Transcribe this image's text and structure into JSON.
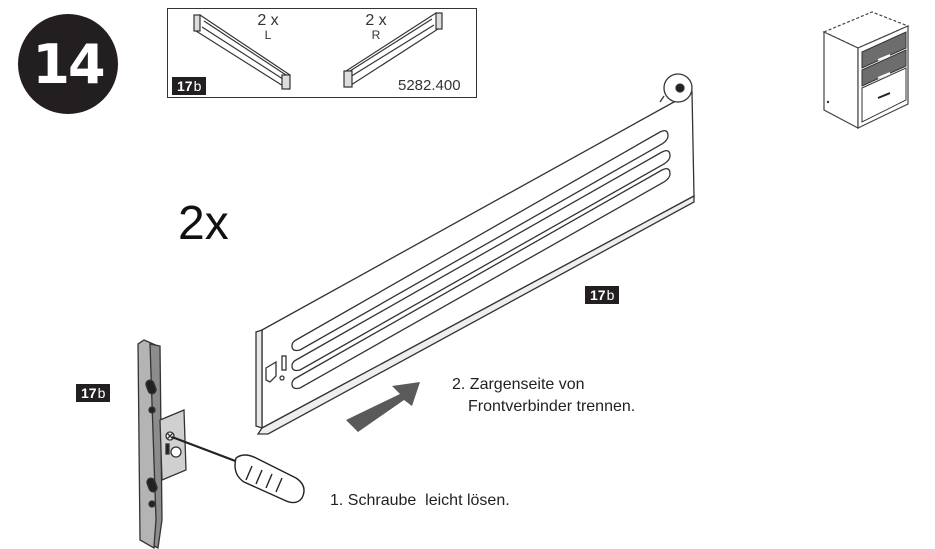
{
  "step": {
    "number": "14"
  },
  "parts_box": {
    "left_part": {
      "qty": "2 x",
      "side": "L"
    },
    "right_part": {
      "qty": "2 x",
      "side": "R"
    },
    "article_number": "5282.400",
    "badge": {
      "num": "17",
      "suffix": "b"
    }
  },
  "multiplier": "2x",
  "labels": {
    "rail_badge": {
      "num": "17",
      "suffix": "b"
    },
    "connector_badge": {
      "num": "17",
      "suffix": "b"
    }
  },
  "instructions": {
    "step1": "1. Schraube  leicht lösen.",
    "step2_line1": "2. Zargenseite von",
    "step2_line2": "Frontverbinder trennen."
  },
  "colors": {
    "dark": "#231f20",
    "arrow": "#5a5a5a",
    "metal": "#b4b4b4",
    "cabinet_panel": "#6d6d6d"
  },
  "icons": [
    "screwdriver-icon",
    "cabinet-thumbnail-icon",
    "push-arrow-icon"
  ]
}
